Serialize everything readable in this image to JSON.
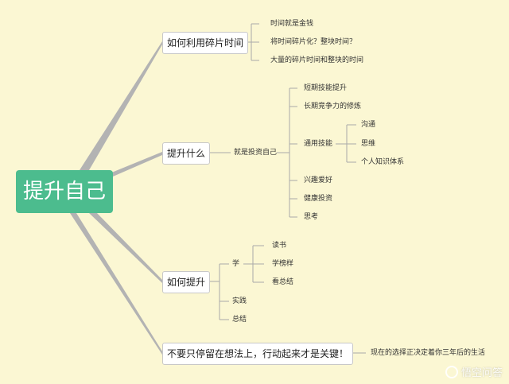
{
  "root": {
    "label": "提升自己"
  },
  "branches": [
    {
      "label": "如何利用碎片时间",
      "leaves": [
        "时间就是金钱",
        "将时间碎片化？整块时间？",
        "大量的碎片时间和整块的时间"
      ]
    },
    {
      "label": "提升什么",
      "mid": "就是投资自己",
      "leaves": [
        "短期技能提升",
        "长期竞争力的修炼",
        "通用技能",
        "兴趣爱好",
        "健康投资",
        "思考"
      ],
      "sub": [
        "沟通",
        "思维",
        "个人知识体系"
      ]
    },
    {
      "label": "如何提升",
      "leaves": [
        "学",
        "实践",
        "总结"
      ],
      "sub": [
        "读书",
        "学榜样",
        "看总结"
      ]
    },
    {
      "label": "不要只停留在想法上，行动起来才是关键！",
      "leaves": [
        "现在的选择正决定着你三年后的生活"
      ]
    }
  ],
  "watermark": "悟空问答",
  "colors": {
    "background": "#fbf7d3",
    "root": "#4cbc8e",
    "connector": "#b3b3b3"
  }
}
